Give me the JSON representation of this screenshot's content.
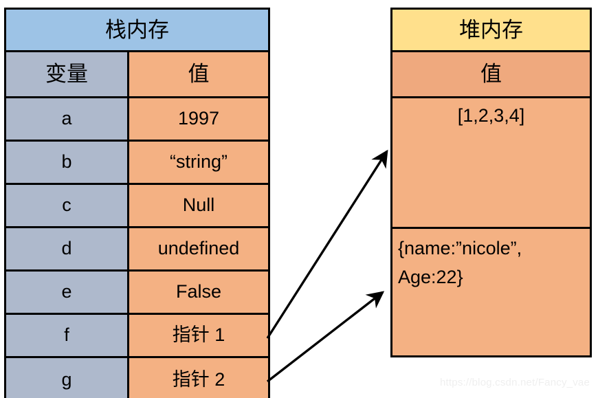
{
  "stack": {
    "title": "栈内存",
    "columns": {
      "variable": "变量",
      "value": "值"
    },
    "rows": [
      {
        "variable": "a",
        "value": "1997"
      },
      {
        "variable": "b",
        "value": "“string”"
      },
      {
        "variable": "c",
        "value": "Null"
      },
      {
        "variable": "d",
        "value": "undefined"
      },
      {
        "variable": "e",
        "value": "False"
      },
      {
        "variable": "f",
        "value": "指针 1"
      },
      {
        "variable": "g",
        "value": "指针 2"
      }
    ]
  },
  "heap": {
    "title": "堆内存",
    "columns": {
      "value": "值"
    },
    "slots": [
      {
        "value": "[1,2,3,4]"
      },
      {
        "value": "{name:”nicole”,\nAge:22}"
      }
    ]
  },
  "arrows": [
    {
      "label": "pointer-1-to-array"
    },
    {
      "label": "pointer-2-to-object"
    }
  ],
  "watermark": {
    "text": "https://blog.csdn.net/Fancy_vae"
  },
  "colors": {
    "stack_title_bg": "#9DC3E6",
    "stack_variable_bg": "#AEB9CC",
    "value_bg": "#F4B183",
    "heap_title_bg": "#FFE08C",
    "heap_header_bg": "#EFA97E",
    "border": "#000000",
    "text": "#000000",
    "watermark": "#EFEFEF"
  }
}
